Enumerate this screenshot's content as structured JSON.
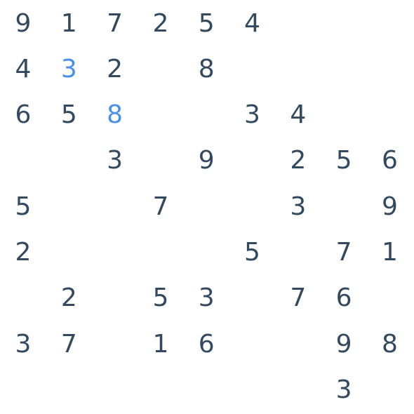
{
  "colors": {
    "given": "#34495e",
    "entered": "#4a90e2",
    "background": "#ffffff"
  },
  "grid": [
    [
      "9",
      "1",
      "7",
      "2",
      "5",
      "4",
      "",
      "",
      ""
    ],
    [
      "4",
      "3",
      "2",
      "",
      "8",
      "",
      "",
      "",
      ""
    ],
    [
      "6",
      "5",
      "8",
      "",
      "",
      "3",
      "4",
      "",
      ""
    ],
    [
      "",
      "",
      "3",
      "",
      "9",
      "",
      "2",
      "5",
      "6"
    ],
    [
      "5",
      "",
      "",
      "7",
      "",
      "",
      "3",
      "",
      "9"
    ],
    [
      "2",
      "",
      "",
      "",
      "",
      "5",
      "",
      "7",
      "1"
    ],
    [
      "",
      "2",
      "",
      "5",
      "3",
      "",
      "7",
      "6",
      ""
    ],
    [
      "3",
      "7",
      "",
      "1",
      "6",
      "",
      "",
      "9",
      "8"
    ],
    [
      "",
      "",
      "",
      "",
      "",
      "",
      "",
      "3",
      ""
    ]
  ],
  "entered_cells": [
    [
      1,
      1
    ],
    [
      2,
      2
    ]
  ]
}
